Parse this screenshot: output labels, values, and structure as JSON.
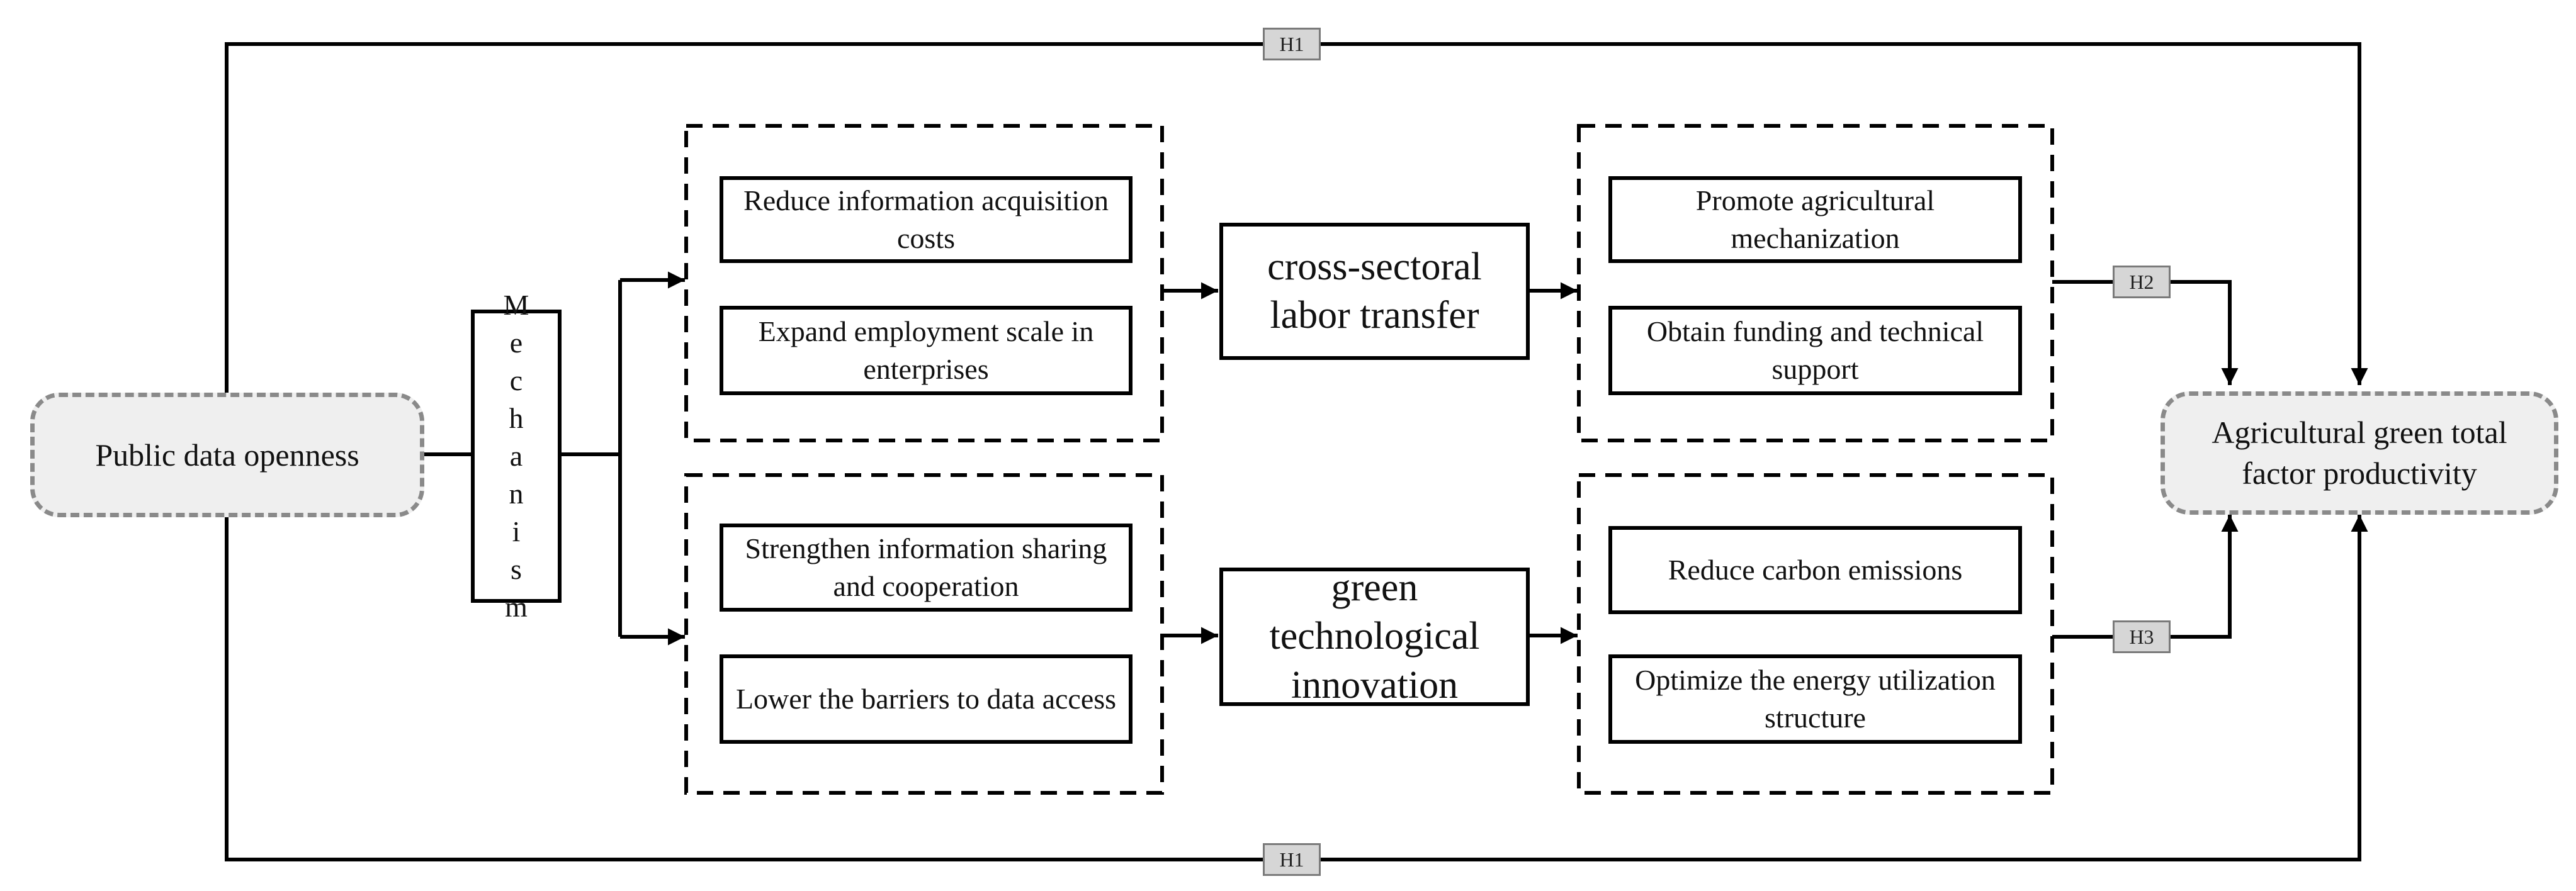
{
  "source": "Public data openness",
  "target": "Agricultural green total factor productivity",
  "mechanism": "Mechanism",
  "hypotheses": {
    "h1": "H1",
    "h2": "H2",
    "h3": "H3"
  },
  "upper_path": {
    "inputs": [
      "Reduce information acquisition costs",
      "Expand employment scale in enterprises"
    ],
    "channel": "cross-sectoral labor transfer",
    "outputs": [
      "Promote agricultural mechanization",
      "Obtain funding and technical support"
    ]
  },
  "lower_path": {
    "inputs": [
      "Strengthen information sharing and cooperation",
      "Lower the barriers to data access"
    ],
    "channel": "green technological innovation",
    "outputs": [
      "Reduce carbon emissions",
      "Optimize the energy utilization structure"
    ]
  }
}
